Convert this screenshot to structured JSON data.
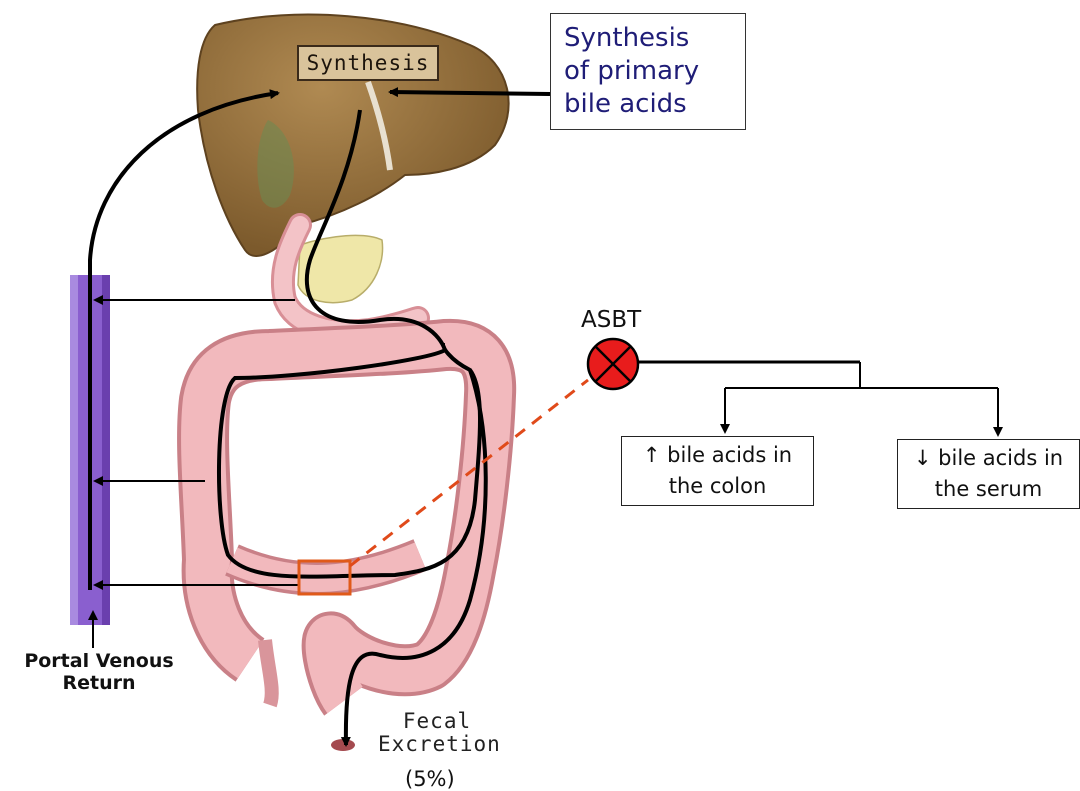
{
  "liver_label": "Synthesis",
  "callout": {
    "line1": "Synthesis",
    "line2": "of primary",
    "line3": "bile acids"
  },
  "asbt_label": "ASBT",
  "results": [
    {
      "line1": "↑ bile acids in",
      "line2": "the colon"
    },
    {
      "line1": "↓ bile acids in",
      "line2": "the serum"
    }
  ],
  "portal_label": {
    "line1": "Portal Venous",
    "line2": "Return"
  },
  "fecal_label": {
    "line1": "Fecal",
    "line2": "Excretion",
    "percent": "(5%)"
  },
  "colors": {
    "callout_text": "#1f1d77",
    "liver": "#8b6a3a",
    "colon": "#f0b9bd",
    "portal_vein": "#7a4fc0",
    "asbt_marker": "#e02020",
    "highlight_box": "#e05a1a"
  }
}
